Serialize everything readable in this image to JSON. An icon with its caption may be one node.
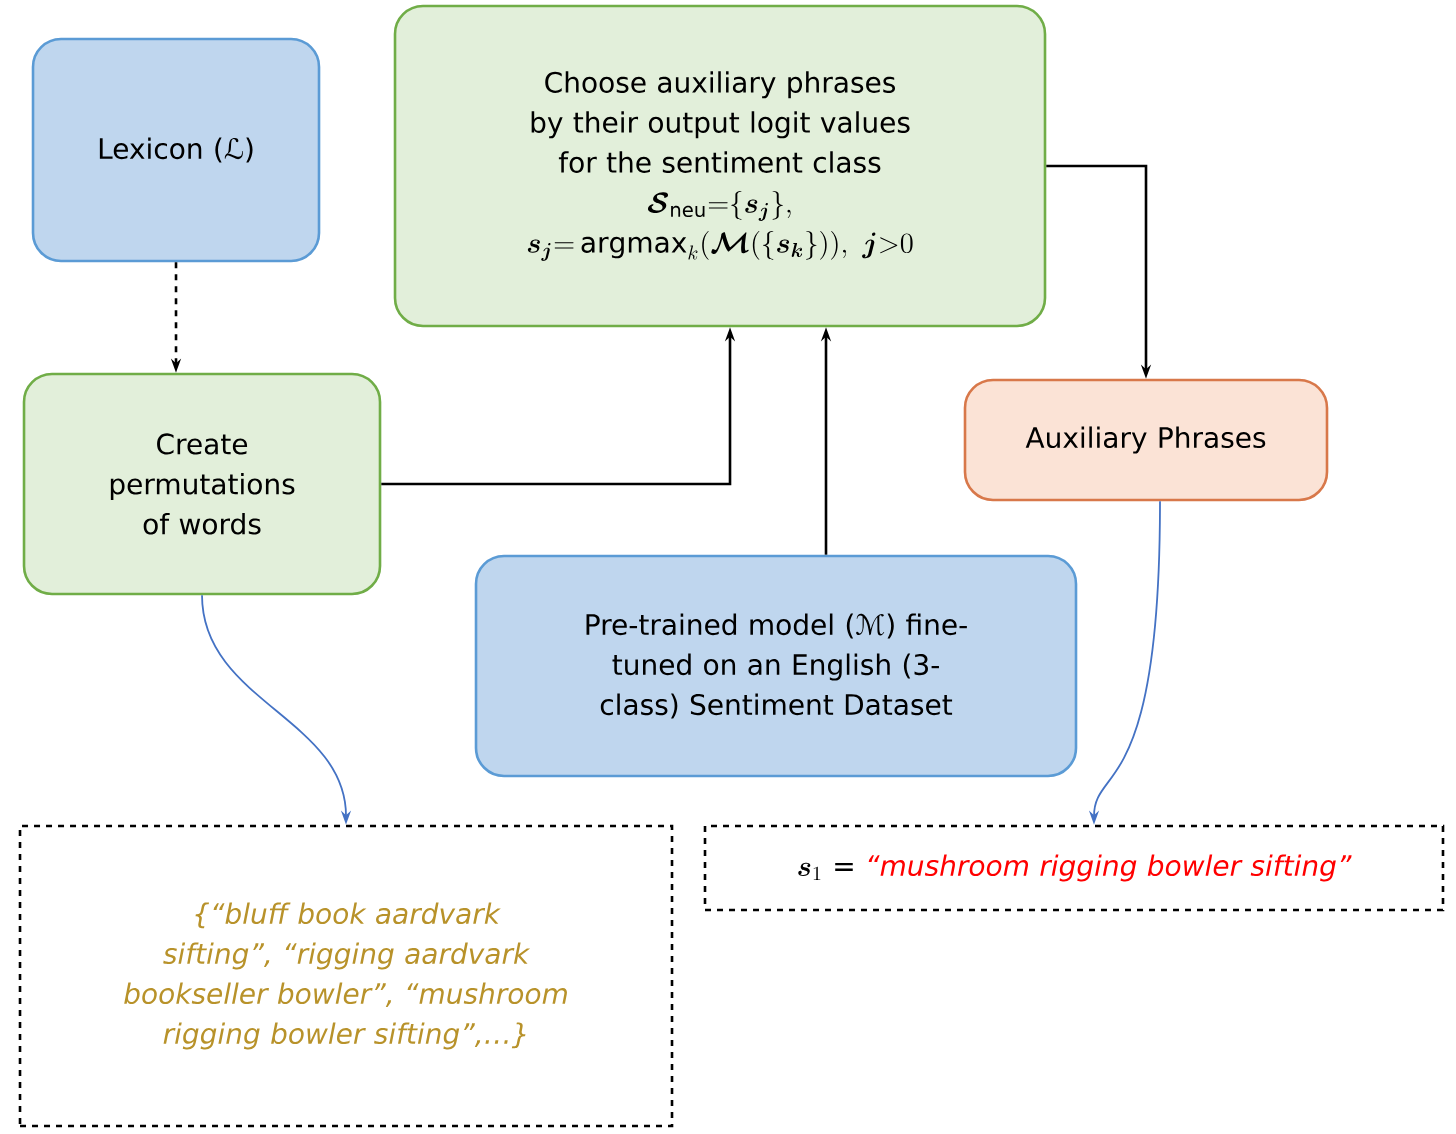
{
  "diagram": {
    "nodes": [
      {
        "text": [
          "Lexicon (ℒ)"
        ]
      },
      {
        "text": [
          "Create permutations of words"
        ]
      },
      {
        "text": [
          "Choose auxiliary phrases by their output logit values for the sentiment class",
          "\\boldsymbol{\\mathcal{S}}_{\\mathrm{neu}}\\mathrm{=}\\{\\boldsymbol{s}_{\\boldsymbol{j}}\\},",
          "\\boldsymbol{s}_{\\boldsymbol{j}}\\mathrm{=}\\mathop{\\mathrm{argmax}}_{k}(\\boldsymbol{\\mathcal{M}}(\\{\\boldsymbol{s}_{\\boldsymbol{k}}\\})),\\ \\boldsymbol{j}\\mathrm{>}0"
        ]
      },
      {
        "text": [
          "Auxiliary Phrases"
        ]
      },
      {
        "text": [
          "Pre-trained model (ℳ) fine-tuned on an English (3-class) Sentiment Dataset"
        ]
      },
      {
        "text": [
          "{“bluff book aardvark sifting”, “rigging aardvark bookseller bowler”, “mushroom rigging bowler sifting”,…}"
        ]
      },
      {
        "text": [
          "\\boldsymbol{s}_1",
          "=",
          "“mushroom rigging bowler sifting”"
        ]
      }
    ],
    "edges": [
      {
        "from": 0,
        "to": 1,
        "arrow": "to",
        "style": "dashed"
      },
      {
        "from": 1,
        "to": 2,
        "arrow": "to"
      },
      {
        "from": 4,
        "to": 2,
        "arrow": "to"
      },
      {
        "from": 2,
        "to": 3,
        "arrow": "to"
      },
      {
        "from": 1,
        "to": 5,
        "arrow": "to",
        "color": "#4472c4"
      },
      {
        "from": 3,
        "to": 6,
        "arrow": "to",
        "color": "#4472c4"
      }
    ]
  }
}
